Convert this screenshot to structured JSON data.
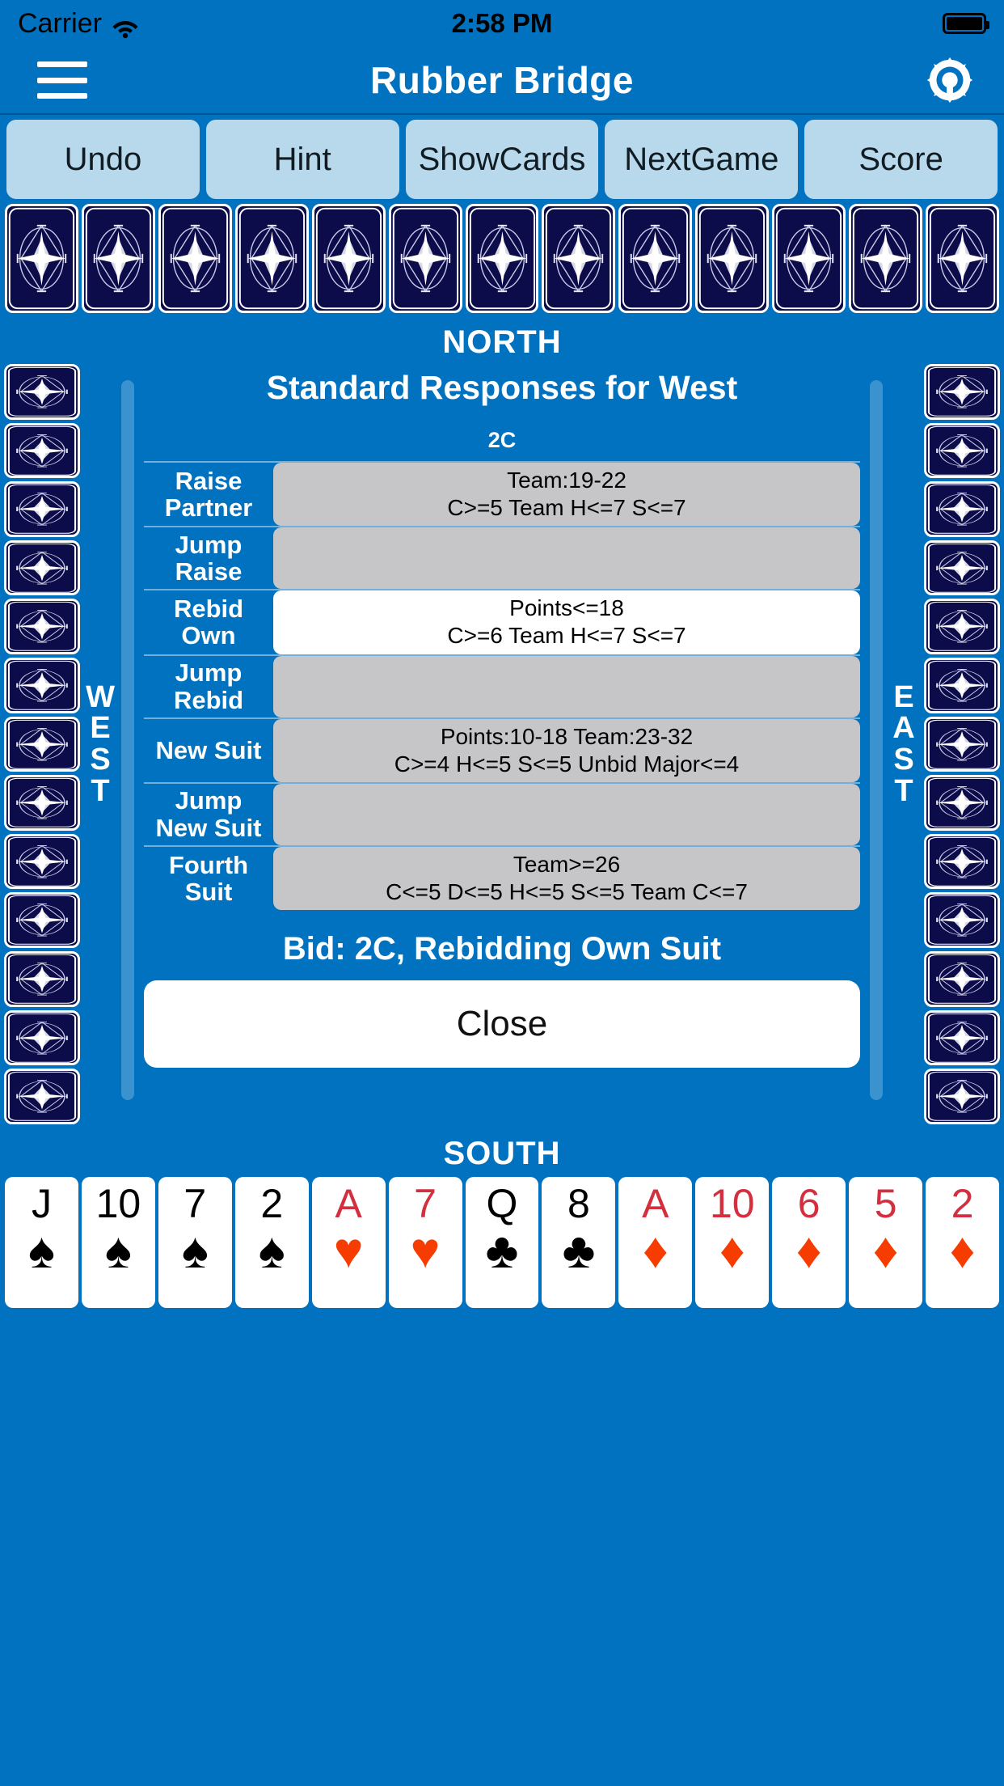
{
  "status_bar": {
    "carrier": "Carrier",
    "wifi_icon": "wifi-icon",
    "time": "2:58 PM",
    "battery_icon": "battery-full-icon"
  },
  "nav_bar": {
    "menu_icon": "hamburger-menu-icon",
    "title": "Rubber Bridge",
    "settings_icon": "gear-icon"
  },
  "toolbar": {
    "buttons": [
      {
        "label": "Undo"
      },
      {
        "label": "Hint"
      },
      {
        "label": "Show\nCards"
      },
      {
        "label": "Next\nGame"
      },
      {
        "label": "Score"
      }
    ]
  },
  "table": {
    "north_label": "NORTH",
    "south_label": "SOUTH",
    "west_label": "WEST",
    "east_label": "EAST",
    "north_card_count": 13,
    "west_card_count": 13,
    "east_card_count": 13,
    "card_back_icon": "card-back-compass-icon"
  },
  "dialog": {
    "title": "Standard Responses for West",
    "bid_header": "2C",
    "rows": [
      {
        "label": "Raise\nPartner",
        "line1": "Team:19-22",
        "line2": "C>=5 Team H<=7 S<=7",
        "highlighted": false
      },
      {
        "label": "Jump\nRaise",
        "line1": "",
        "line2": "",
        "highlighted": false
      },
      {
        "label": "Rebid\nOwn",
        "line1": "Points<=18",
        "line2": "C>=6 Team H<=7 S<=7",
        "highlighted": true
      },
      {
        "label": "Jump\nRebid",
        "line1": "",
        "line2": "",
        "highlighted": false
      },
      {
        "label": "New Suit",
        "line1": "Points:10-18 Team:23-32",
        "line2": "C>=4 H<=5 S<=5 Unbid Major<=4",
        "highlighted": false
      },
      {
        "label": "Jump\nNew Suit",
        "line1": "",
        "line2": "",
        "highlighted": false
      },
      {
        "label": "Fourth\nSuit",
        "line1": "Team>=26",
        "line2": "C<=5 D<=5 H<=5 S<=5 Team C<=7",
        "highlighted": false
      }
    ],
    "footer": "Bid: 2C, Rebidding Own Suit",
    "close_label": "Close"
  },
  "south_hand": [
    {
      "rank": "J",
      "suit": "♠",
      "color": "black"
    },
    {
      "rank": "10",
      "suit": "♠",
      "color": "black"
    },
    {
      "rank": "7",
      "suit": "♠",
      "color": "black"
    },
    {
      "rank": "2",
      "suit": "♠",
      "color": "black"
    },
    {
      "rank": "A",
      "suit": "♥",
      "color": "red"
    },
    {
      "rank": "7",
      "suit": "♥",
      "color": "red"
    },
    {
      "rank": "Q",
      "suit": "♣",
      "color": "black"
    },
    {
      "rank": "8",
      "suit": "♣",
      "color": "black"
    },
    {
      "rank": "A",
      "suit": "♦",
      "color": "red"
    },
    {
      "rank": "10",
      "suit": "♦",
      "color": "red"
    },
    {
      "rank": "6",
      "suit": "♦",
      "color": "red"
    },
    {
      "rank": "5",
      "suit": "♦",
      "color": "red"
    },
    {
      "rank": "2",
      "suit": "♦",
      "color": "red"
    }
  ],
  "colors": {
    "felt_blue": "#0072bf",
    "toolbar_button": "#b8d9ec",
    "card_back": "#0c0c4a",
    "cell_gray": "#c6c6c8",
    "cell_highlight": "#ffffff",
    "red_suit": "#f63c00",
    "red_rank": "#d32f3f"
  }
}
